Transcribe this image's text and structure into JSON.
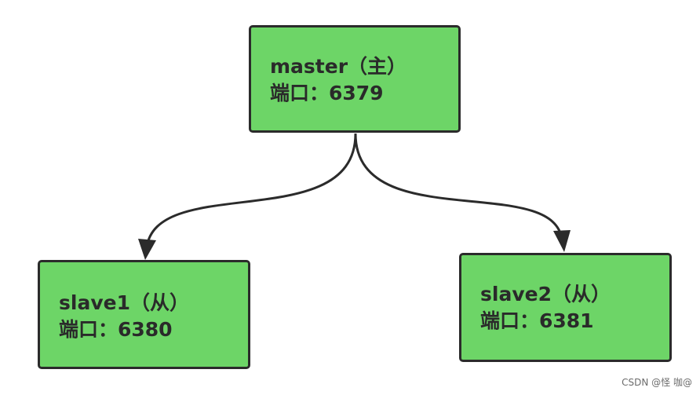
{
  "diagram": {
    "nodes": [
      {
        "id": "master",
        "title": "master（主）",
        "port_line": "端口：6379"
      },
      {
        "id": "slave1",
        "title": "slave1（从）",
        "port_line": "端口：6380"
      },
      {
        "id": "slave2",
        "title": "slave2（从）",
        "port_line": "端口：6381"
      }
    ],
    "edges": [
      {
        "from": "master",
        "to": "slave1"
      },
      {
        "from": "master",
        "to": "slave2"
      }
    ],
    "colors": {
      "node_fill": "#6dd567",
      "node_border": "#2b2b2b",
      "edge": "#2b2b2b",
      "text": "#2a2a2a"
    }
  },
  "watermark": "CSDN @怪 咖@"
}
